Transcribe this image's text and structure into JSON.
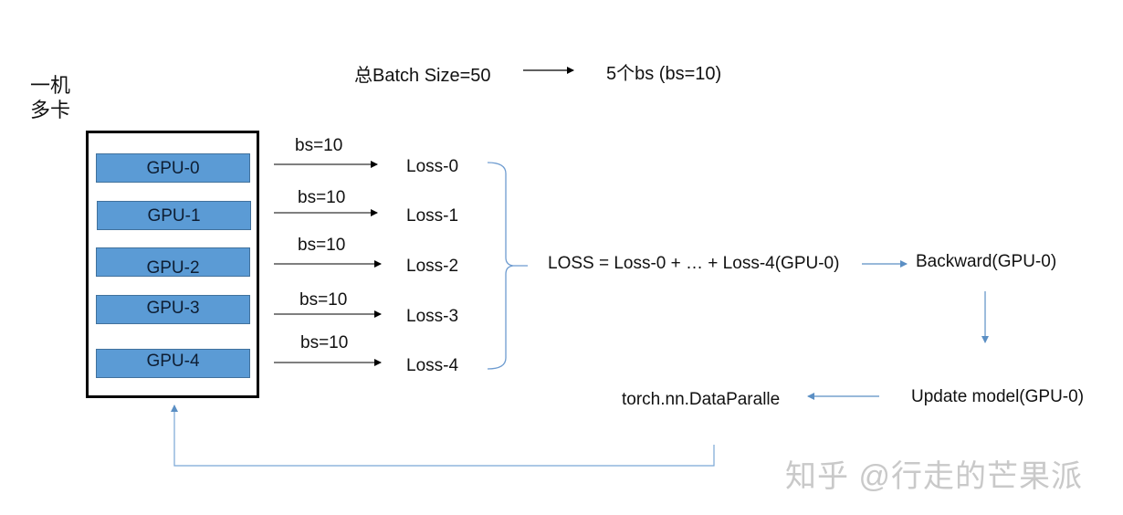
{
  "title_label": "一机\n多卡",
  "title_line1": "一机",
  "title_line2": "多卡",
  "header": {
    "total_batch": "总Batch Size=50",
    "split": "5个bs (bs=10)"
  },
  "gpus": [
    {
      "label": "GPU-0",
      "bs": "bs=10",
      "loss": "Loss-0"
    },
    {
      "label": "GPU-1",
      "bs": "bs=10",
      "loss": "Loss-1"
    },
    {
      "label": "GPU-2",
      "bs": "bs=10",
      "loss": "Loss-2"
    },
    {
      "label": "GPU-3",
      "bs": "bs=10",
      "loss": "Loss-3"
    },
    {
      "label": "GPU-4",
      "bs": "bs=10",
      "loss": "Loss-4"
    }
  ],
  "flow": {
    "loss_sum": "LOSS = Loss-0 + … + Loss-4(GPU-0)",
    "backward": "Backward(GPU-0)",
    "update": "Update model(GPU-0)",
    "data_parallel": "torch.nn.DataParalle"
  },
  "colors": {
    "gpu_fill": "#5b9bd5",
    "gpu_border": "#41719c",
    "flow_arrow": "#5b8fc4",
    "watermark": "#c9c9c9"
  },
  "watermark": "知乎 @行走的芒果派"
}
